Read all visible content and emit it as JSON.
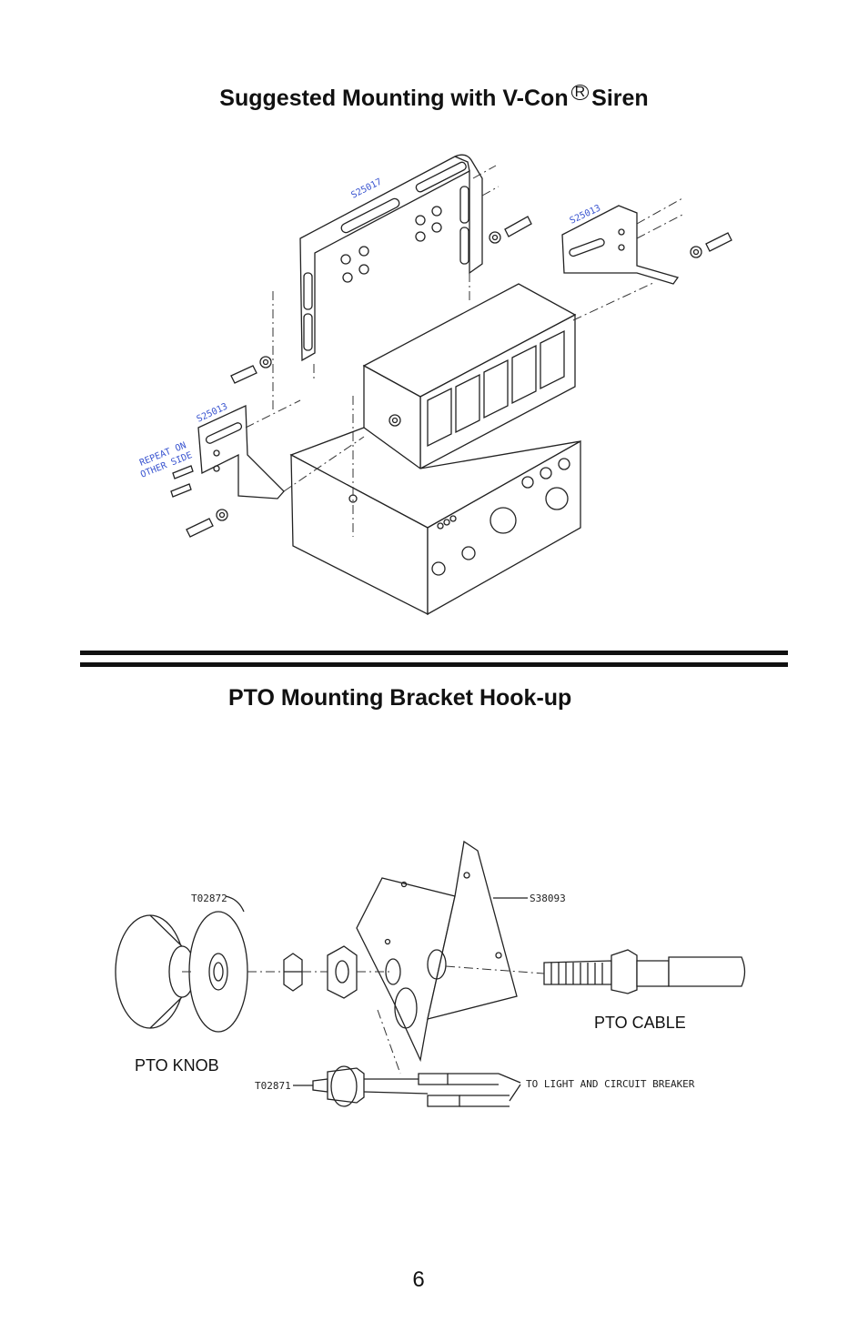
{
  "section1": {
    "title_pre": "Suggested Mounting with V-Con",
    "title_reg": "R",
    "title_post": "Siren"
  },
  "section2": {
    "title": "PTO Mounting Bracket Hook-up"
  },
  "diagram1": {
    "labels": {
      "bracket_top": "S25017",
      "bracket_right": "S25013",
      "bracket_left": "S25013",
      "repeat_line1": "REPEAT ON",
      "repeat_line2": "OTHER SIDE"
    }
  },
  "diagram2": {
    "labels": {
      "knob_part": "T02872",
      "bracket_part": "S38093",
      "switch_part": "T02871",
      "wire_note": "TO LIGHT AND CIRCUIT BREAKER",
      "pto_cable": "PTO CABLE",
      "pto_knob": "PTO KNOB"
    }
  },
  "page_number": "6"
}
